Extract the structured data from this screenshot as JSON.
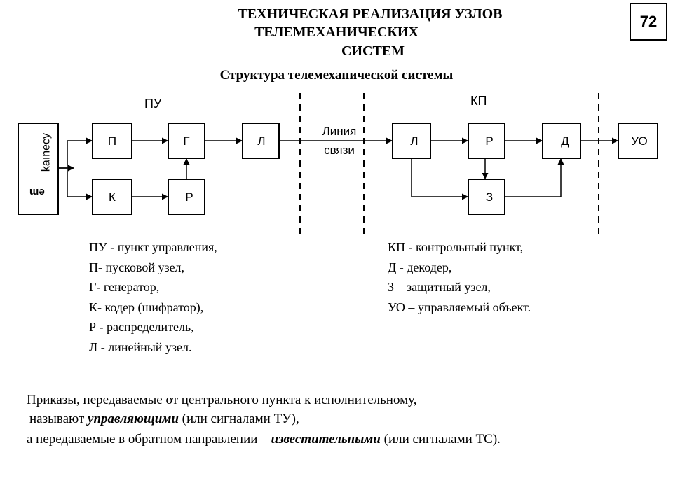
{
  "title": {
    "line1": "ТЕХНИЧЕСКАЯ РЕАЛИЗАЦИЯ УЗЛОВ",
    "line2": "ТЕЛЕМЕХАНИЧЕСКИХ",
    "line3": "СИСТЕМ"
  },
  "page_number": "72",
  "diagram": {
    "heading": "Структура телемеханической системы",
    "pu_label": "ПУ",
    "kp_label": "КП",
    "comm_line_label_1": "Линия",
    "comm_line_label_2": "связи",
    "source_box_text_1": "ʎɔǝuıɐʞ",
    "source_box_text_2": "ɯǝ",
    "blocks": {
      "p": "П",
      "g": "Г",
      "l_pu": "Л",
      "k": "К",
      "r_pu": "Р",
      "l_kp": "Л",
      "r_kp": "Р",
      "d": "Д",
      "z": "З",
      "uo": "УО"
    }
  },
  "legend_left": [
    "ПУ - пункт управления,",
    "П- пусковой узел,",
    "Г- генератор,",
    "К- кодер (шифратор),",
    "Р - распределитель,",
    "Л - линейный узел."
  ],
  "legend_right": [
    "КП - контрольный пункт,",
    "Д - декодер,",
    "З – защитный узел,",
    "УО – управляемый объект."
  ],
  "paragraph": {
    "line1": "Приказы, передаваемые от центрального пункта к исполнительному,",
    "line2_prefix": "называют ",
    "line2_emph": "управляющими",
    "line2_suffix": " (или сигналами ТУ),",
    "line3_prefix": "а передаваемые в обратном направлении – ",
    "line3_emph": "известительными",
    "line3_suffix": " (или сигналами ТС)."
  }
}
